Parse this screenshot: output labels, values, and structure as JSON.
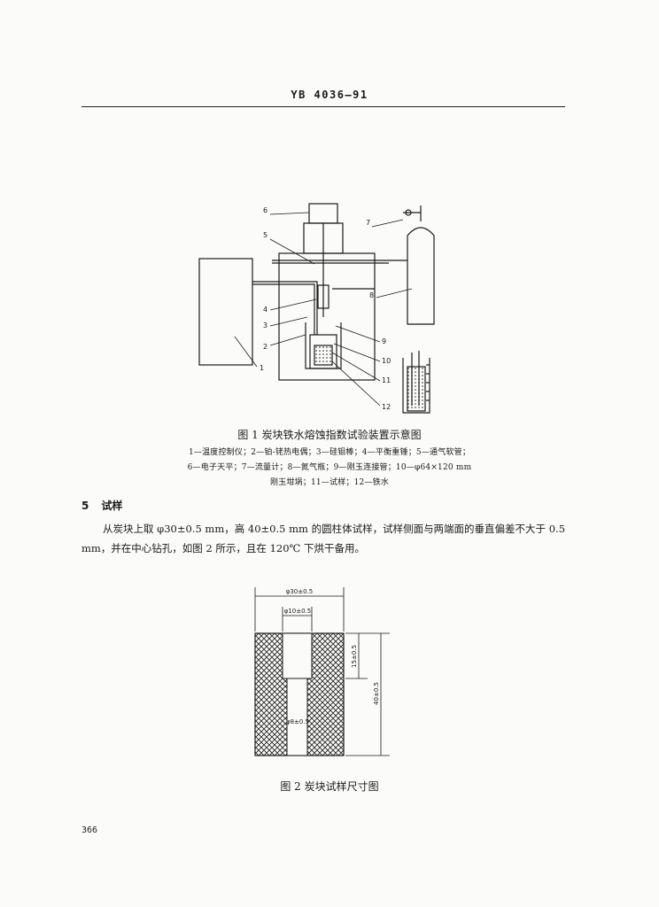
{
  "header": {
    "standard_code": "YB 4036—91"
  },
  "figure1": {
    "labels": [
      "1",
      "2",
      "3",
      "4",
      "5",
      "6",
      "7",
      "8",
      "9",
      "10",
      "11",
      "12"
    ],
    "caption": "图 1   炭块铁水熔蚀指数试验装置示意图",
    "legend_lines": [
      "1—温度控制仪；2—铂-铑热电偶；3—硅钼棒；4—平衡重锤；5—通气软管；",
      "6—电子天平；7—流量计；8—氮气瓶；9—刚玉连接管；10—φ64×120 mm",
      "刚玉坩埚；11—试样；12—铁水"
    ]
  },
  "section5": {
    "number": "5",
    "title": "试样",
    "paragraph": "从炭块上取 φ30±0.5 mm，高 40±0.5 mm 的圆柱体试样，试样侧面与两端面的垂直偏差不大于 0.5 mm，并在中心钻孔，如图 2 所示，且在 120℃ 下烘干备用。"
  },
  "figure2": {
    "dim_outer": "φ30±0.5",
    "dim_top_hole": "φ10±0.5",
    "dim_bottom_hole": "φ8±0.5",
    "dim_depth": "15±0.5",
    "dim_height": "40±0.5",
    "caption": "图 2   炭块试样尺寸图"
  },
  "footer": {
    "page_number": "366"
  }
}
